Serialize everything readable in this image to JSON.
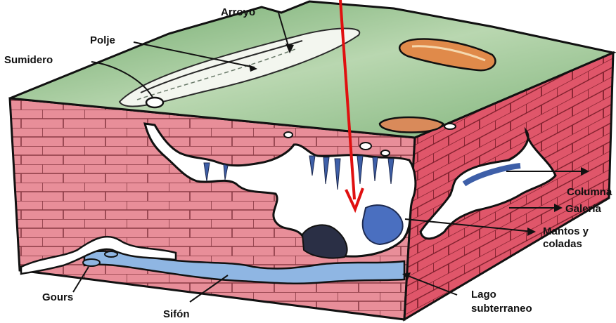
{
  "diagram": {
    "labels": {
      "arroyo": "Arroyo",
      "polje": "Polje",
      "sumidero": "Sumidero",
      "columna": "Columna",
      "galeria": "Galería",
      "mantos_line1": "Mantos y",
      "mantos_line2": "coladas",
      "gours": "Gours",
      "sifon": "Sifón",
      "lago_line1": "Lago",
      "lago_line2": "subterraneo"
    },
    "colors": {
      "surface": "#8fbf8a",
      "brick": "#e58c97",
      "cave": "#ffffff",
      "water": "#7fa8d8",
      "arrow": "#e01010",
      "outline": "#111111"
    }
  }
}
